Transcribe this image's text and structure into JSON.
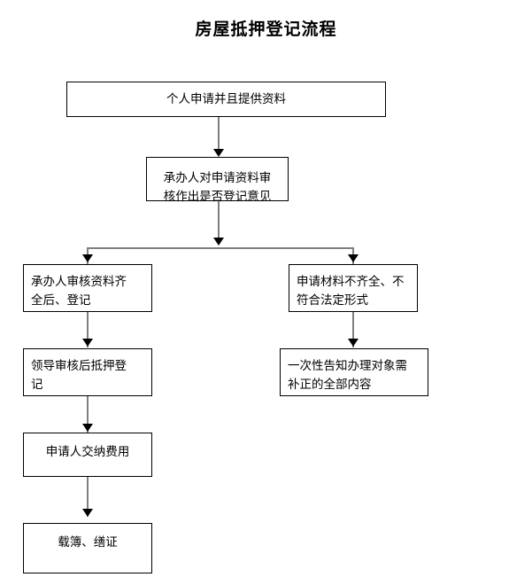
{
  "document": {
    "title": "房屋抵押登记流程",
    "type": "flowchart"
  },
  "flowchart": {
    "nodes": [
      {
        "id": "n1",
        "label": "个人申请并且提供资料"
      },
      {
        "id": "n2",
        "label": "承办人对申请资料审\n核作出是否登记意见"
      },
      {
        "id": "n3",
        "label": "承办人审核资料齐\n全后、登记"
      },
      {
        "id": "n4",
        "label": "申请材料不齐全、不\n符合法定形式"
      },
      {
        "id": "n5",
        "label": "领导审核后抵押登\n记"
      },
      {
        "id": "n6",
        "label": "一次性告知办理对象需\n补正的全部内容"
      },
      {
        "id": "n7",
        "label": "申请人交纳费用"
      },
      {
        "id": "n8",
        "label": "载簿、缮证"
      }
    ],
    "edges": [
      {
        "from": "n1",
        "to": "n2",
        "kind": "straight-down"
      },
      {
        "from": "n2",
        "to": "n3",
        "kind": "branch-left"
      },
      {
        "from": "n2",
        "to": "n4",
        "kind": "branch-right"
      },
      {
        "from": "n3",
        "to": "n5",
        "kind": "straight-down"
      },
      {
        "from": "n4",
        "to": "n6",
        "kind": "straight-down"
      },
      {
        "from": "n5",
        "to": "n7",
        "kind": "straight-down"
      },
      {
        "from": "n7",
        "to": "n8",
        "kind": "straight-down"
      }
    ],
    "colors": {
      "node_border": "#000000",
      "node_fill": "#ffffff",
      "connector": "#7f7f7f",
      "arrowhead": "#000000",
      "text": "#000000",
      "background": "#ffffff"
    }
  }
}
